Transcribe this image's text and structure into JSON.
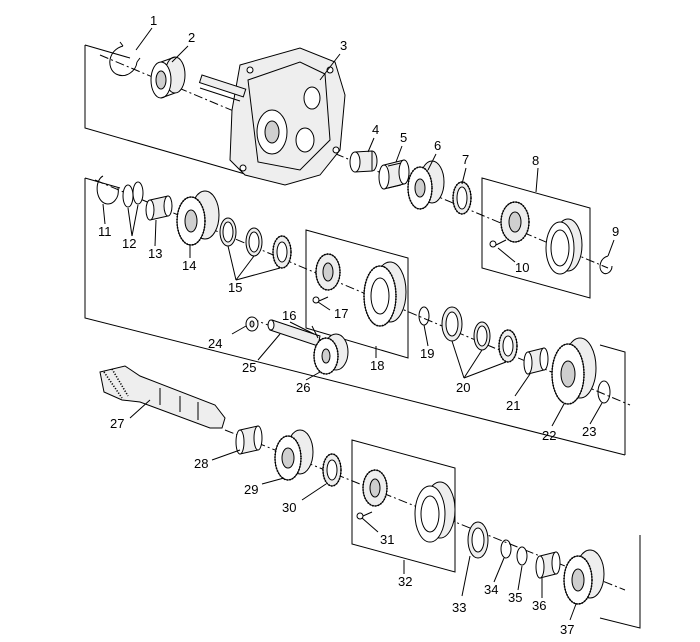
{
  "callouts": [
    "1",
    "2",
    "3",
    "4",
    "5",
    "6",
    "7",
    "8",
    "9",
    "10",
    "11",
    "12",
    "13",
    "14",
    "15",
    "16",
    "17",
    "18",
    "19",
    "20",
    "21",
    "22",
    "23",
    "24",
    "25",
    "26",
    "27",
    "28",
    "29",
    "30",
    "31",
    "32",
    "33",
    "34",
    "35",
    "36",
    "37"
  ],
  "colors": {
    "line": "#000000",
    "background": "#ffffff",
    "part_fill": "#eeeeee"
  }
}
